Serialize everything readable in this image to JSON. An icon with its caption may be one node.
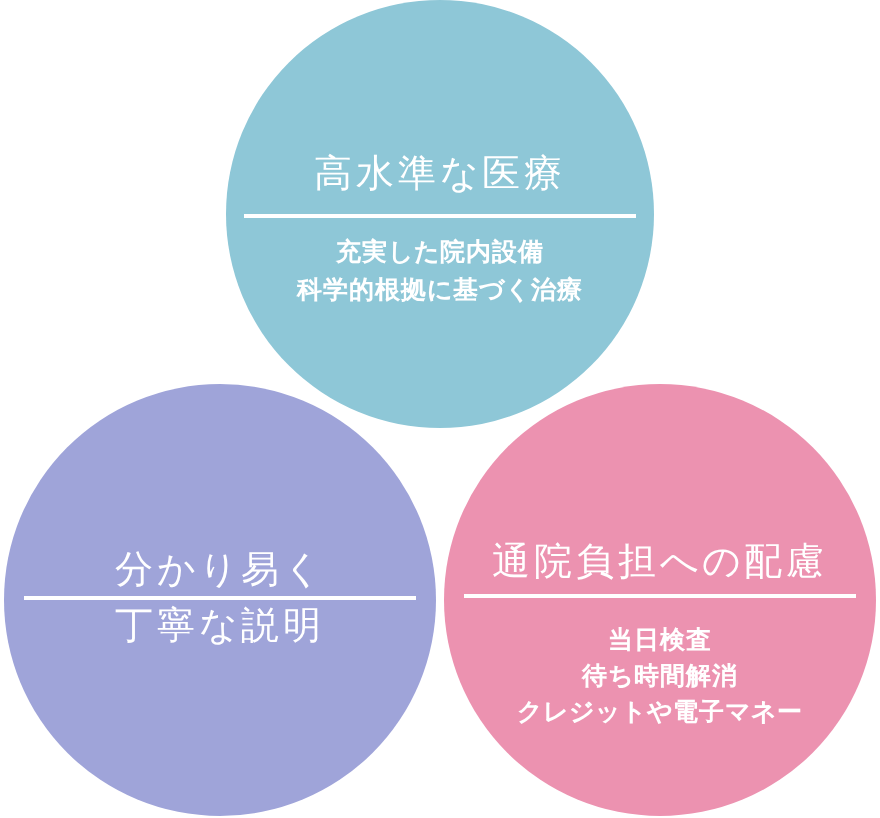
{
  "diagram": {
    "nodes": [
      {
        "text": [
          "高水準な医療",
          "充実した院内設備",
          "科学的根拠に基づく治療"
        ]
      },
      {
        "text": [
          "分かり易く",
          "丁寧な説明"
        ]
      },
      {
        "text": [
          "通院負担への配慮",
          "当日検査",
          "待ち時間解消",
          "クレジットや電子マネー"
        ]
      }
    ]
  }
}
